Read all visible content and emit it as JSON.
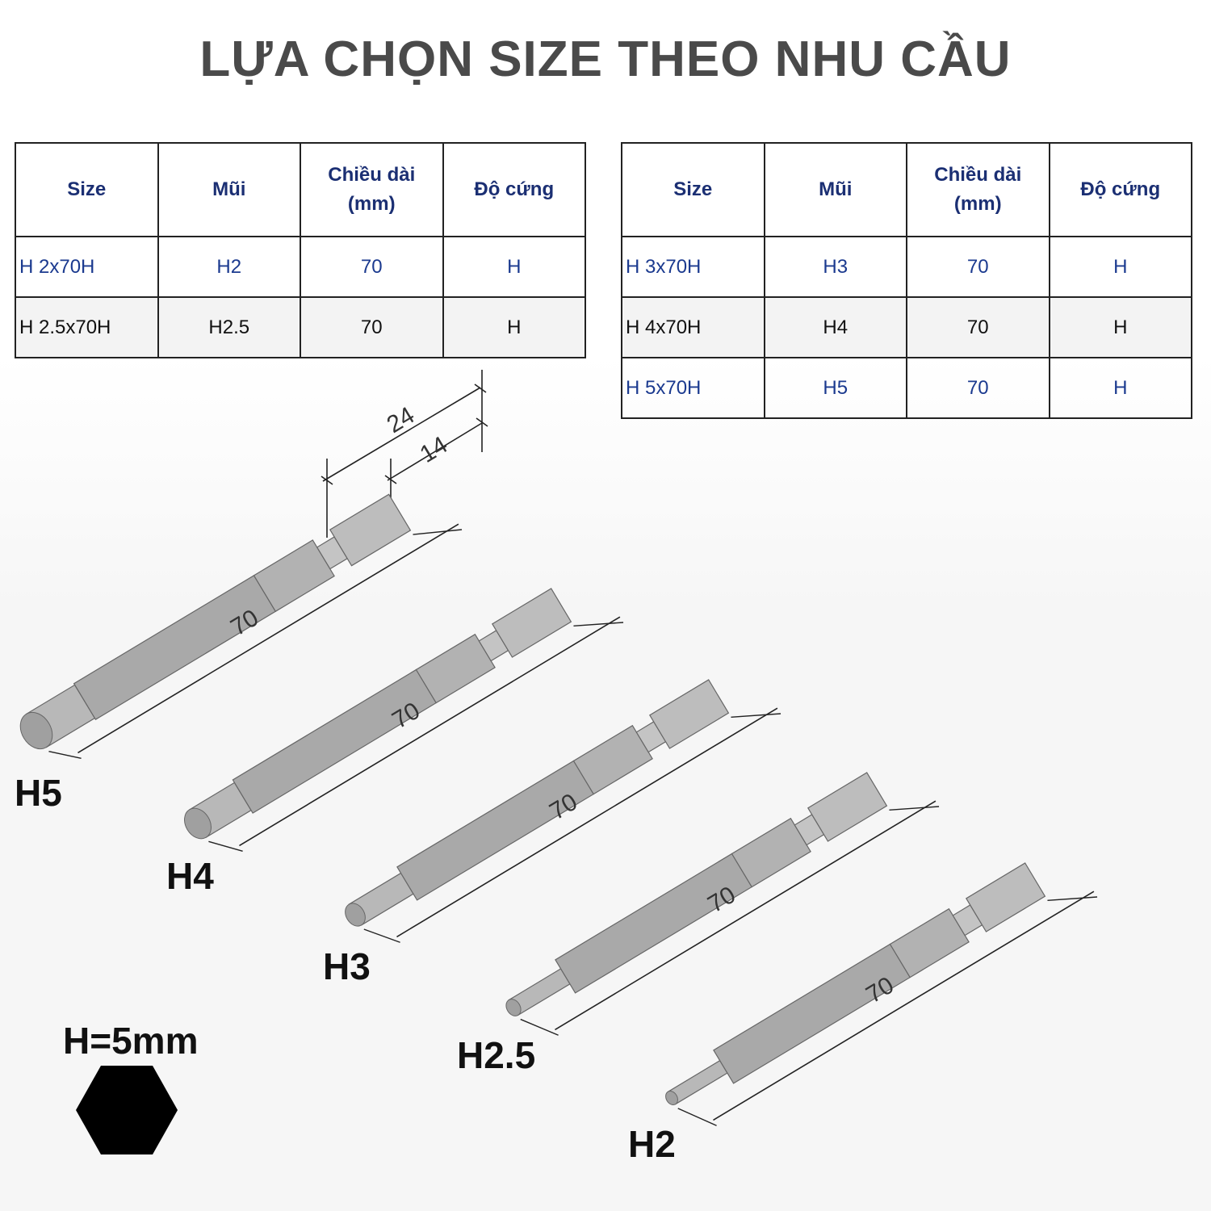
{
  "title": "LỰA CHỌN SIZE THEO NHU CẦU",
  "table_headers": [
    "Size",
    "Mũi",
    "Chiều dài (mm)",
    "Độ cứng"
  ],
  "table_left": [
    {
      "size": "H 2x70H",
      "tip": "H2",
      "length": "70",
      "hardness": "H"
    },
    {
      "size": "H 2.5x70H",
      "tip": "H2.5",
      "length": "70",
      "hardness": "H"
    }
  ],
  "table_right": [
    {
      "size": "H 3x70H",
      "tip": "H3",
      "length": "70",
      "hardness": "H"
    },
    {
      "size": "H 4x70H",
      "tip": "H4",
      "length": "70",
      "hardness": "H"
    },
    {
      "size": "H 5x70H",
      "tip": "H5",
      "length": "70",
      "hardness": "H"
    }
  ],
  "dimensions": {
    "overall": "24",
    "shank_hex": "14"
  },
  "bits": [
    {
      "label": "H5",
      "length": "70"
    },
    {
      "label": "H4",
      "length": "70"
    },
    {
      "label": "H3",
      "length": "70"
    },
    {
      "label": "H2.5",
      "length": "70"
    },
    {
      "label": "H2",
      "length": "70"
    }
  ],
  "hex_note": "H=5mm",
  "colors": {
    "title": "#4a4a4a",
    "header_text": "#1b2f73",
    "cell_text": "#1b3a8f",
    "bit_metal": "#a9a9a9"
  }
}
